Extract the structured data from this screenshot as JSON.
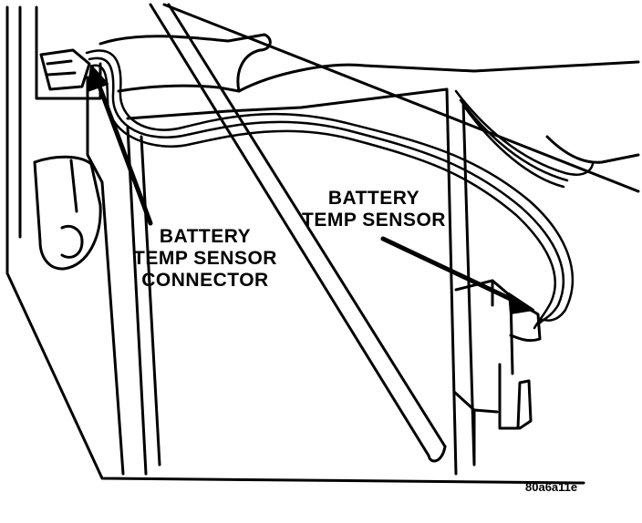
{
  "labels": {
    "connector": [
      "BATTERY",
      "TEMP SENSOR",
      "CONNECTOR"
    ],
    "sensor": [
      "BATTERY",
      "TEMP SENSOR"
    ]
  },
  "figure_code": "80a6a11e",
  "colors": {
    "line": "#000000",
    "background": "#ffffff",
    "shade": "#d8d8d8"
  }
}
